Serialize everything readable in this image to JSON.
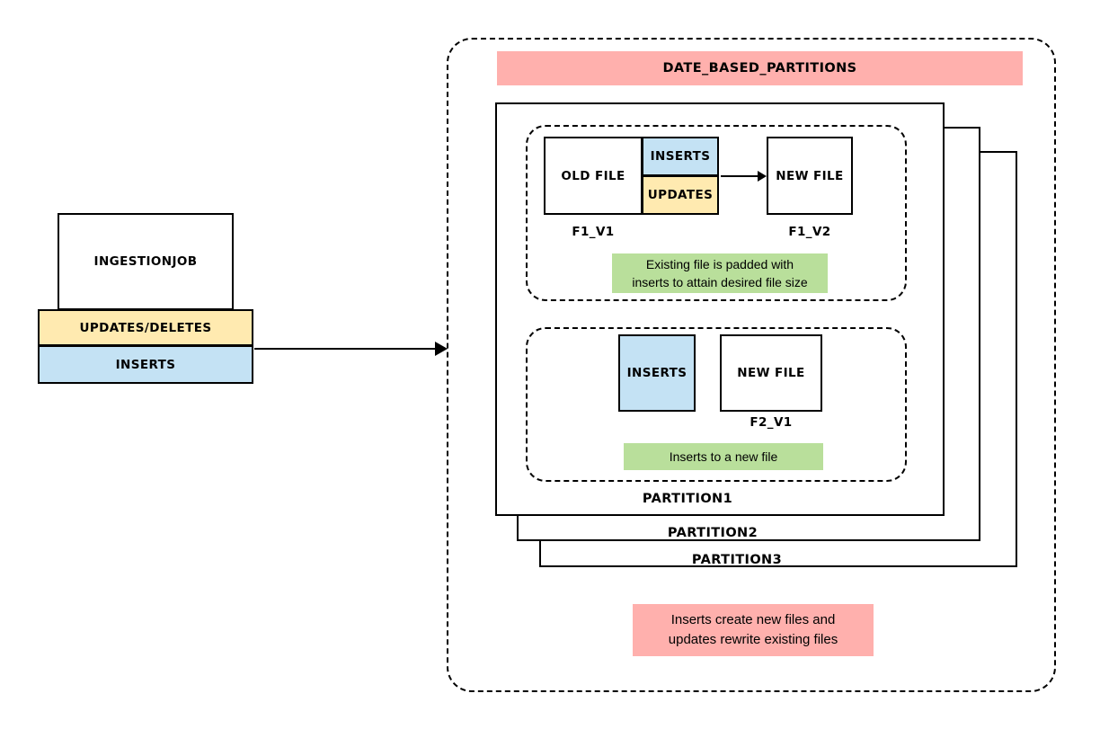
{
  "colors": {
    "pink": "#ffb0ad",
    "yellow": "#ffeab0",
    "blue": "#c4e2f4",
    "green": "#b9df9b"
  },
  "source": {
    "job": "INGESTIONJOB",
    "updates_deletes": "UPDATES/DELETES",
    "inserts": "INSERTS"
  },
  "container": {
    "title": "DATE_BASED_PARTITIONS",
    "footer_note_line1": "Inserts create new files and",
    "footer_note_line2": "updates rewrite existing files"
  },
  "partition1": {
    "label": "PARTITION1",
    "flow1": {
      "old_file": "OLD FILE",
      "inserts": "INSERTS",
      "updates": "UPDATES",
      "new_file": "NEW FILE",
      "file_v1": "F1_V1",
      "file_v2": "F1_V2",
      "note_line1": "Existing file is padded with",
      "note_line2": "inserts to attain desired file size"
    },
    "flow2": {
      "inserts": "INSERTS",
      "new_file": "NEW FILE",
      "file_version": "F2_V1",
      "note": "Inserts to a new file"
    }
  },
  "partition2": {
    "label": "PARTITION2"
  },
  "partition3": {
    "label": "PARTITION3"
  }
}
